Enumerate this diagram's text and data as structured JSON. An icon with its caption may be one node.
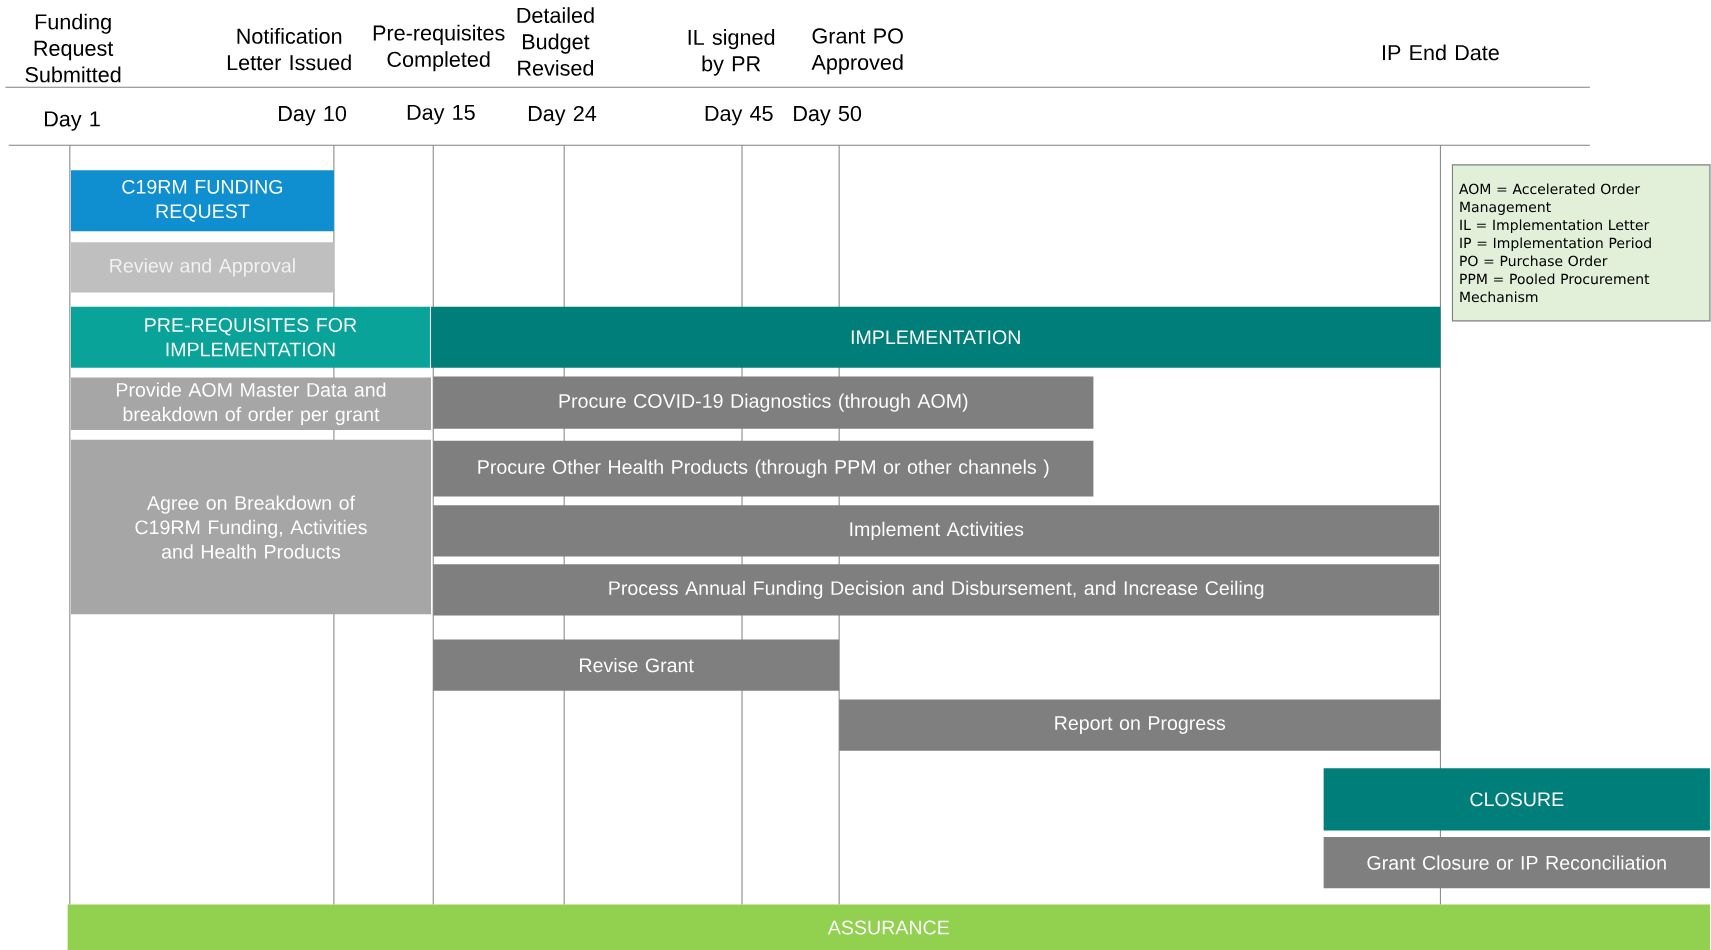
{
  "diagram": {
    "nodes": [
      {
        "text": [
          "C19RM FUNDING REQUEST"
        ]
      },
      {
        "text": [
          "Review and Approval"
        ]
      },
      {
        "text": [
          "PRE-REQUISITES FOR IMPLEMENTATION"
        ]
      },
      {
        "text": [
          "IMPLEMENTATION"
        ]
      },
      {
        "text": [
          "Provide AOM Master Data and breakdown of order per grant"
        ]
      },
      {
        "text": [
          "Procure COVID-19 Diagnostics (through AOM)"
        ]
      },
      {
        "text": [
          "Agree on Breakdown of C19RM Funding, Activities and Health Products"
        ]
      },
      {
        "text": [
          "Procure Other Health Products (through PPM or other channels )"
        ]
      },
      {
        "text": [
          "Implement Activities"
        ]
      },
      {
        "text": [
          "Process Annual Funding Decision and Disbursement, and Increase Ceiling"
        ]
      },
      {
        "text": [
          "Revise Grant"
        ]
      },
      {
        "text": [
          "Report on Progress"
        ]
      },
      {
        "text": [
          "CLOSURE"
        ]
      },
      {
        "text": [
          "Grant Closure or IP Reconciliation"
        ]
      },
      {
        "text": [
          "ASSURANCE"
        ]
      },
      {
        "text": [
          "AOM = Accelerated Order Management",
          "IL = Implementation Letter",
          "IP = Implementation Period",
          "PO = Purchase Order",
          "PPM = Pooled Procurement Mechanism"
        ]
      }
    ],
    "labels": [
      "Funding Request Submitted",
      "Notification Letter Issued",
      "Pre-requisites Completed",
      "Detailed Budget Revised",
      "IL signed by PR",
      "Grant PO Approved",
      "IP End Date",
      "Day 1",
      "Day 10",
      "Day 15",
      "Day 24",
      "Day 45",
      "Day 50"
    ]
  }
}
